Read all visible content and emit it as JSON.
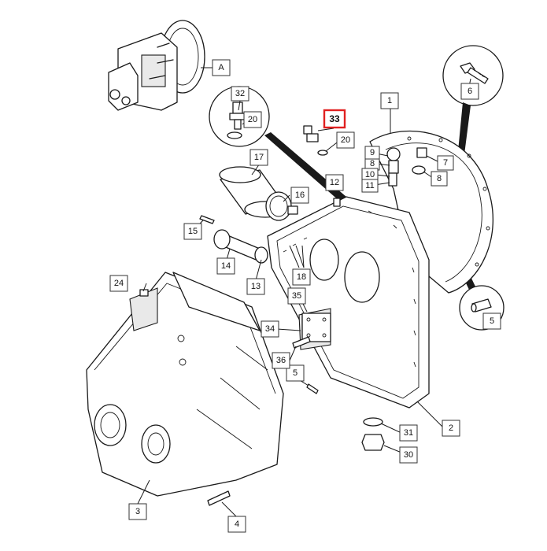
{
  "diagram": {
    "highlight_color": "#e02020",
    "callouts": [
      {
        "id": "A",
        "label": "A"
      },
      {
        "id": "1",
        "label": "1"
      },
      {
        "id": "2",
        "label": "2"
      },
      {
        "id": "3",
        "label": "3"
      },
      {
        "id": "4",
        "label": "4"
      },
      {
        "id": "5a",
        "label": "5"
      },
      {
        "id": "5b",
        "label": "5"
      },
      {
        "id": "6",
        "label": "6"
      },
      {
        "id": "7",
        "label": "7"
      },
      {
        "id": "8a",
        "label": "8"
      },
      {
        "id": "8b",
        "label": "8"
      },
      {
        "id": "9",
        "label": "9"
      },
      {
        "id": "10",
        "label": "10"
      },
      {
        "id": "11",
        "label": "11"
      },
      {
        "id": "12",
        "label": "12"
      },
      {
        "id": "13",
        "label": "13"
      },
      {
        "id": "14",
        "label": "14"
      },
      {
        "id": "15",
        "label": "15"
      },
      {
        "id": "16",
        "label": "16"
      },
      {
        "id": "17",
        "label": "17"
      },
      {
        "id": "18",
        "label": "18"
      },
      {
        "id": "20a",
        "label": "20"
      },
      {
        "id": "20b",
        "label": "20"
      },
      {
        "id": "24",
        "label": "24"
      },
      {
        "id": "30",
        "label": "30"
      },
      {
        "id": "31",
        "label": "31"
      },
      {
        "id": "32",
        "label": "32"
      },
      {
        "id": "33",
        "label": "33",
        "highlighted": true
      },
      {
        "id": "34",
        "label": "34"
      },
      {
        "id": "35",
        "label": "35"
      },
      {
        "id": "36",
        "label": "36"
      }
    ]
  }
}
